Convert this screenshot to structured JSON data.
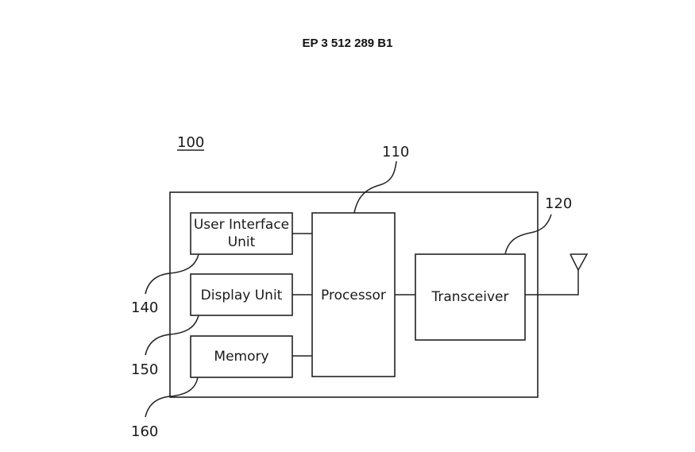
{
  "header": {
    "patent_number": "EP 3 512 289 B1"
  },
  "diagram": {
    "device_ref": "100",
    "blocks": {
      "ui_unit": {
        "line1": "User Interface",
        "line2": "Unit",
        "ref": "140"
      },
      "display_unit": {
        "label": "Display Unit",
        "ref": "150"
      },
      "memory": {
        "label": "Memory",
        "ref": "160"
      },
      "processor": {
        "label": "Processor",
        "ref": "110"
      },
      "transceiver": {
        "label": "Transceiver",
        "ref": "120"
      }
    },
    "antenna": {
      "icon": "antenna-icon"
    }
  }
}
